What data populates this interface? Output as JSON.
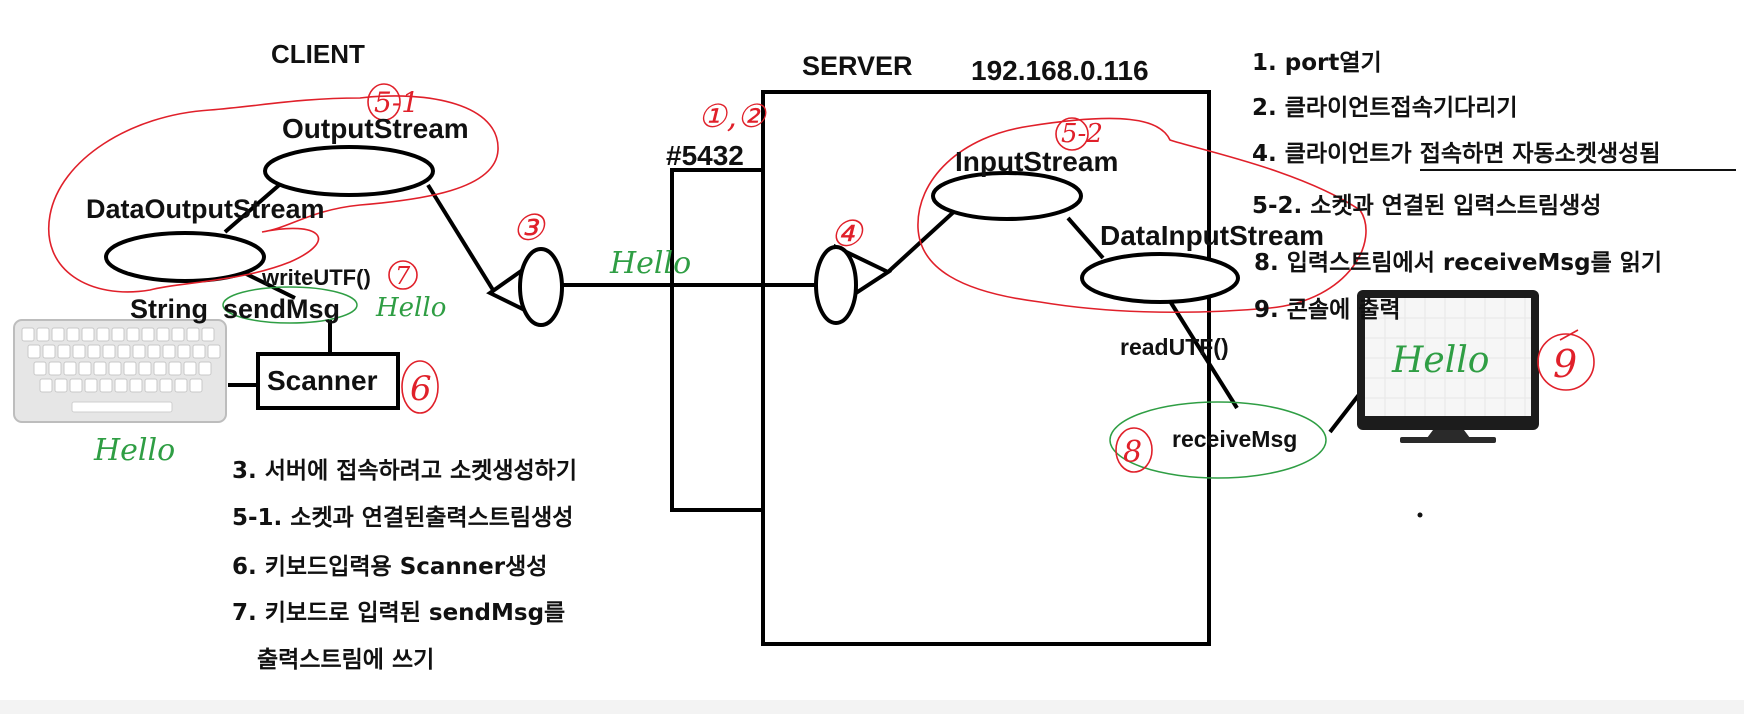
{
  "client": {
    "title": "CLIENT",
    "output_stream": "OutputStream",
    "data_output_stream": "DataOutputStream",
    "write_utf": "writeUTF()",
    "string_send_msg": "String  sendMsg",
    "scanner": "Scanner"
  },
  "server": {
    "title": "SERVER",
    "ip": "192.168.0.116",
    "port": "#5432",
    "input_stream": "InputStream",
    "data_input_stream": "DataInputStream",
    "read_utf": "readUTF()",
    "receive_msg": "receiveMsg"
  },
  "server_steps": [
    "1. port열기",
    "2. 클라이언트접속기다리기",
    "4. 클라이언트가 접속하면 자동소켓생성됨",
    "5-2. 소켓과 연결된 입력스트림생성",
    "8. 입력스트림에서 receiveMsg를 읽기",
    "9. 콘솔에 출력"
  ],
  "client_steps": [
    "3. 서버에 접속하려고 소켓생성하기",
    "5-1. 소켓과 연결된출력스트림생성",
    "6. 키보드입력용 Scanner생성",
    "7. 키보드로 입력된 sendMsg를",
    "출력스트림에 쓰기"
  ],
  "annotations": {
    "n5_1": "5-1",
    "n5_2": "5-2",
    "n1_2": "①,②",
    "n3": "③",
    "n4": "④",
    "n6": "6",
    "n7": "7",
    "n8": "8",
    "n9": "9",
    "hello_keyboard": "Hello",
    "hello_msg": "Hello",
    "hello_wire": "Hello",
    "hello_monitor": "Hello"
  },
  "colors": {
    "ink": "#111111",
    "red_pen": "#e0202a",
    "green_pen": "#2f9e44"
  },
  "icons": [
    "keyboard-icon",
    "monitor-icon"
  ]
}
